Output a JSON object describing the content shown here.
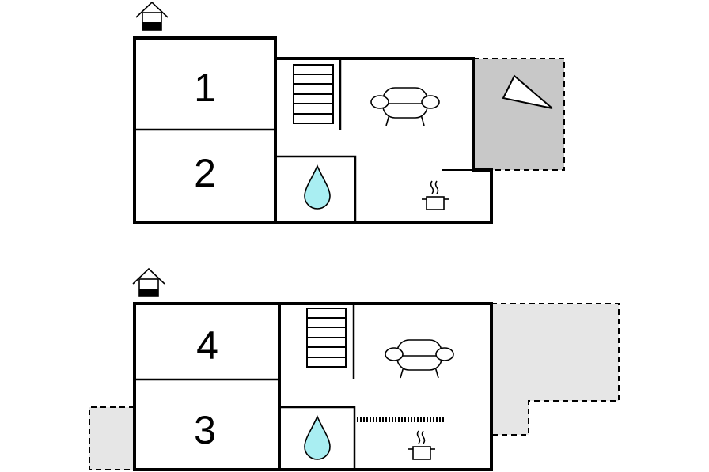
{
  "floors": [
    {
      "id": "ground-floor",
      "icon": "house-floor-icon",
      "rooms": [
        {
          "number": "1",
          "type": "bedroom"
        },
        {
          "number": "2",
          "type": "bedroom"
        }
      ],
      "features": [
        "stairs-icon",
        "sofa-icon",
        "bathroom-drop-icon",
        "kitchen-pot-icon",
        "terrace-area"
      ]
    },
    {
      "id": "upper-floor",
      "icon": "house-floor-icon",
      "rooms": [
        {
          "number": "4",
          "type": "bedroom"
        },
        {
          "number": "3",
          "type": "bedroom"
        }
      ],
      "features": [
        "stairs-icon",
        "sofa-icon",
        "bathroom-drop-icon",
        "kitchen-pot-icon",
        "terrace-area"
      ]
    }
  ],
  "colors": {
    "wall": "#000000",
    "terrace_dark": "#c8c8c8",
    "terrace_light": "#e6e6e6",
    "water": "#a9eef2"
  }
}
